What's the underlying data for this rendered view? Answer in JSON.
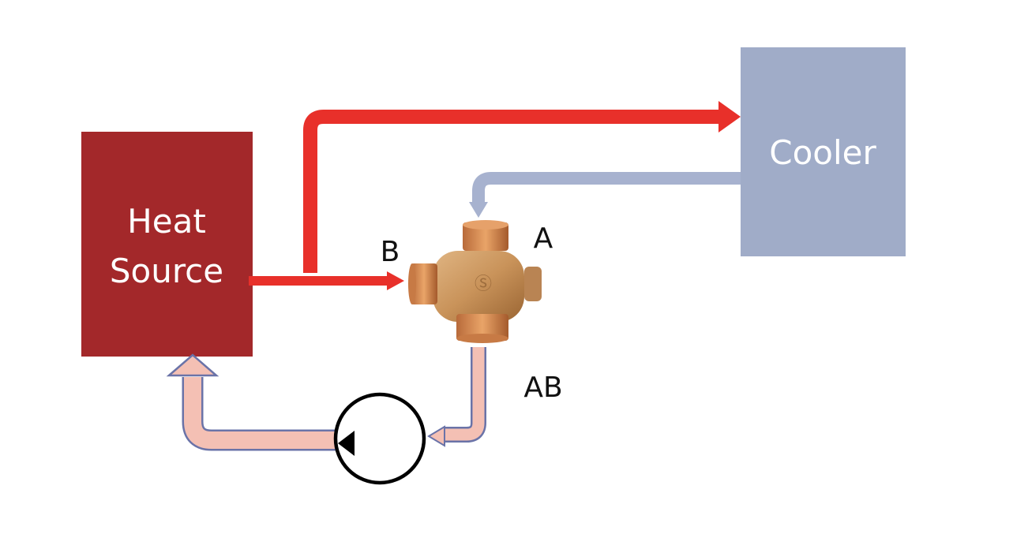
{
  "heat_source": {
    "line1": "Heat",
    "line2": "Source",
    "color": "#a3282a"
  },
  "cooler": {
    "label": "Cooler",
    "color": "#a0acc8"
  },
  "valve": {
    "port_a": "A",
    "port_b": "B",
    "port_ab": "AB",
    "color": "#c9935a"
  },
  "flows": {
    "hot_color": "#e8302a",
    "cold_color": "#a7b2cf",
    "mixed_color": "#f4c0b4"
  },
  "pump": {
    "icon": "pump-icon"
  }
}
